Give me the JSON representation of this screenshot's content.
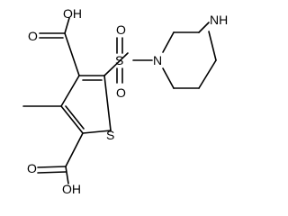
{
  "atoms": {
    "oh_top": "OH",
    "o_top": "O",
    "s_ring": "S",
    "s_sulfonyl": "S",
    "o_sulfonyl_top": "O",
    "o_sulfonyl_bottom": "O",
    "n_piperazine": "N",
    "nh_piperazine": "NH",
    "o_bottom": "O",
    "oh_bottom": "OH"
  }
}
